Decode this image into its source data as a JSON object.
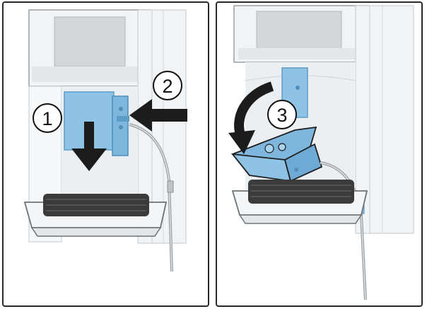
{
  "steps": [
    {
      "number": "1",
      "icon": "down-arrow-icon"
    },
    {
      "number": "2",
      "icon": "left-arrow-icon"
    },
    {
      "number": "3",
      "icon": "curved-arrow-icon"
    }
  ],
  "colors": {
    "component_blue": "#8FC3E6",
    "component_blue_dark": "#5E9CC8",
    "outline": "#1f1f1f",
    "machine_gray": "#e9ecee",
    "screen_gray": "#d3d6d8",
    "grid_dark": "#3b3b3b"
  }
}
